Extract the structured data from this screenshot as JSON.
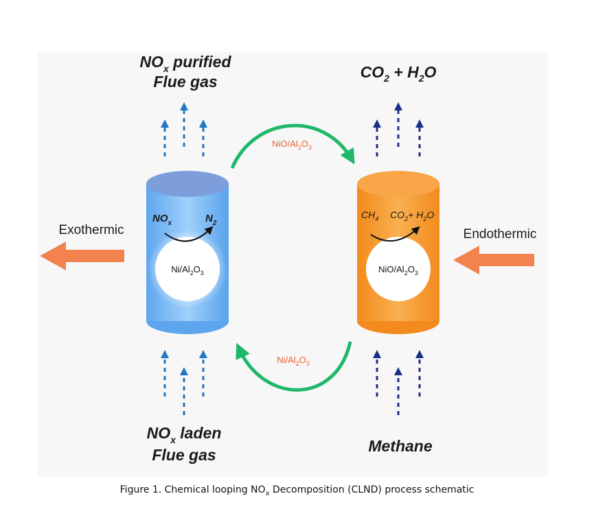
{
  "colors": {
    "background": "#f7f7f8",
    "air_reactor": "#6aaef0",
    "fuel_reactor": "#f5962a",
    "loop_arrow": "#1fb86a",
    "heat_arrow": "#f2834e",
    "gas_arrow_blue": "#1f78c4",
    "gas_arrow_navy": "#1c2f86",
    "label_orange": "#e8632a"
  },
  "left_reactor": {
    "top_gas": {
      "species": "NO",
      "sub": "x",
      "suffix": " purified",
      "line2": "Flue gas"
    },
    "reaction": {
      "reactant": "NO",
      "reactant_sub": "x",
      "product": "N",
      "product_sub": "2"
    },
    "oxygen_carrier": {
      "a": "Ni/Al",
      "a_sub": "2",
      "b": "O",
      "b_sub": "3"
    },
    "heat_label": "Exothermic",
    "bottom_gas": {
      "species": "NO",
      "sub": "x",
      "suffix": " laden",
      "line2": "Flue gas"
    }
  },
  "right_reactor": {
    "top_gas": {
      "a": "CO",
      "a_sub": "2",
      "b": " + H",
      "b_sub": "2",
      "c": "O"
    },
    "reaction": {
      "reactant": "CH",
      "reactant_sub": "4",
      "p1": "CO",
      "p1_sub": "2",
      "p2": "+ H",
      "p2_sub": "2",
      "p3": "O"
    },
    "oxygen_carrier": {
      "a": "NiO/Al",
      "a_sub": "2",
      "b": "O",
      "b_sub": "3"
    },
    "heat_label": "Endothermic",
    "bottom_gas": "Methane"
  },
  "loop_top_label": {
    "a": "NiO/Al",
    "a_sub": "2",
    "b": "O",
    "b_sub": "3"
  },
  "loop_bottom_label": {
    "a": "Ni/Al",
    "a_sub": "2",
    "b": "O",
    "b_sub": "3"
  },
  "caption": {
    "a": "Figure 1. Chemical looping NO",
    "sub": "x",
    "b": " Decomposition (CLND) process schematic"
  }
}
